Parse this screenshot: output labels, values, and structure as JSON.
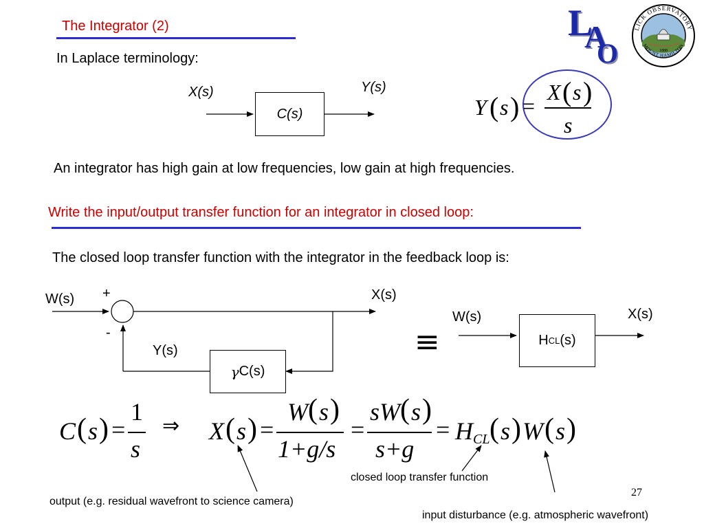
{
  "slide": {
    "title": "The Integrator (2)",
    "subtitle": "In Laplace terminology:",
    "statement1": "An integrator has high gain at low frequencies, low gain at high frequencies.",
    "question": "Write the input/output transfer function for an integrator in closed loop:",
    "statement2": "The closed loop transfer function with the integrator in the feedback loop is:",
    "page_number": "27"
  },
  "top_diagram": {
    "input": "X(s)",
    "block": "C(s)",
    "output": "Y(s)"
  },
  "top_equation": {
    "lhs_Y": "Y",
    "lhs_s": "s",
    "eq": "=",
    "num_X": "X",
    "num_s": "s",
    "den": "s"
  },
  "loop_diagram": {
    "input": "W(s)",
    "plus": "+",
    "minus": "-",
    "output": "X(s)",
    "feedback_signal": "Y(s)",
    "feedback_block_gamma": "γ",
    "feedback_block": "C(s)"
  },
  "equivalence": {
    "symbol": "≡",
    "input": "W(s)",
    "block_main": "H",
    "block_sub": "CL",
    "block_tail": "(s)",
    "output": "X(s)"
  },
  "bottom_equation": {
    "C": "C",
    "s1": "s",
    "eq1": "=",
    "frac1_num": "1",
    "frac1_den": "s",
    "implies": "⇒",
    "X": "X",
    "s2": "s",
    "eq2": "=",
    "frac2_num_W": "W",
    "frac2_num_s": "s",
    "frac2_den": "1+g/s",
    "eq3": "=",
    "frac3_num": "sW",
    "frac3_num_s": "s",
    "frac3_den": "s+g",
    "eq4": "=",
    "H": "H",
    "CL": "CL",
    "s3": "s",
    "W2": "W",
    "s4": "s"
  },
  "annotations": {
    "closed_loop": "closed loop transfer function",
    "output": "output (e.g. residual wavefront to science camera)",
    "input": "input disturbance (e.g. atmospheric wavefront)"
  },
  "logos": {
    "lao_letters": "LAO",
    "seal_top": "LICK OBSERVATORY",
    "seal_bottom": "MOUNT HAMILTON",
    "seal_year": "1888"
  },
  "colors": {
    "title_red": "#cc0000",
    "underline_blue": "#2b2bd6",
    "highlight_ellipse": "#3a3ab8"
  }
}
